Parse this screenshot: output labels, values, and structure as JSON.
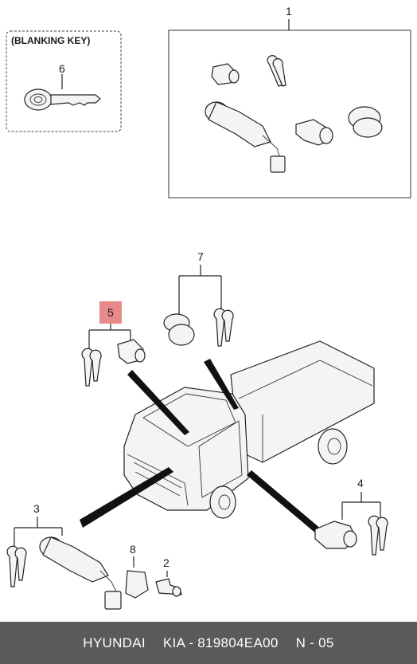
{
  "blanking_key": {
    "title": "(BLANKING KEY)"
  },
  "callouts": {
    "c1": "1",
    "c2": "2",
    "c3": "3",
    "c4": "4",
    "c5": "5",
    "c6": "6",
    "c7": "7",
    "c8": "8"
  },
  "highlight_color": "#e88a8a",
  "footer": {
    "brand": "HYUNDAI",
    "part_number": "KIA - 819804EA00",
    "page": "N - 05"
  }
}
